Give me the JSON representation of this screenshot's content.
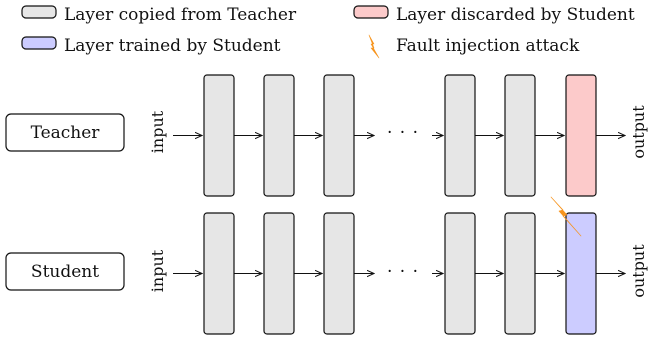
{
  "legend": {
    "items": [
      {
        "key": "copied",
        "label": "Layer copied from Teacher",
        "color": "#e6e6e6"
      },
      {
        "key": "discarded",
        "label": "Layer discarded by Student",
        "color": "#fccaca"
      },
      {
        "key": "trained",
        "label": "Layer trained by Student",
        "color": "#ccccff"
      },
      {
        "key": "fault",
        "label": "Fault injection attack",
        "color": "#f7941d",
        "icon": "lightning-bolt-icon"
      }
    ]
  },
  "rows": [
    {
      "key": "teacher",
      "label": "Teacher",
      "input_label": "input",
      "output_label": "output",
      "layer_states": [
        "copied",
        "copied",
        "copied",
        "copied",
        "copied",
        "discarded"
      ]
    },
    {
      "key": "student",
      "label": "Student",
      "input_label": "input",
      "output_label": "output",
      "layer_states": [
        "copied",
        "copied",
        "copied",
        "copied",
        "copied",
        "trained"
      ]
    }
  ],
  "ellipsis": "· · ·",
  "fault_target": {
    "row": "student",
    "layer_index": 5
  }
}
